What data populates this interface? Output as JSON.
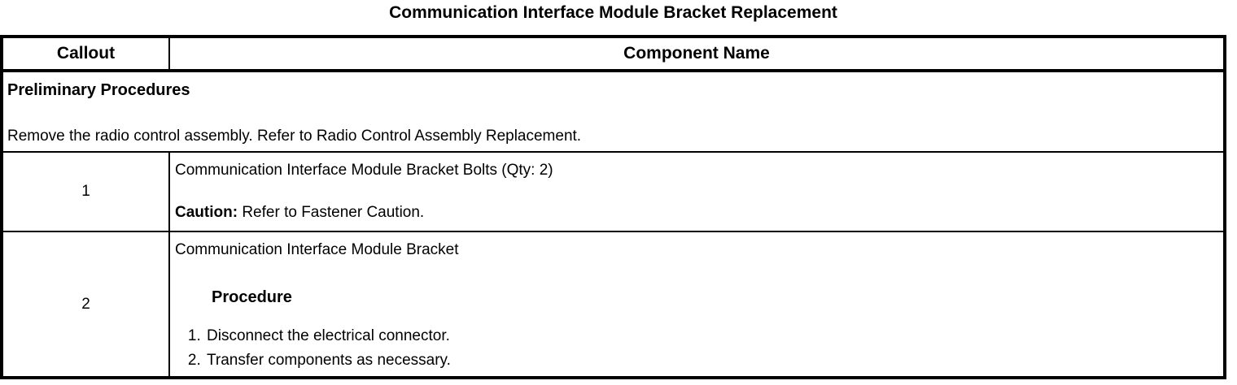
{
  "title": "Communication Interface Module Bracket Replacement",
  "table": {
    "headers": {
      "callout": "Callout",
      "component": "Component Name"
    },
    "preliminary": {
      "heading": "Preliminary Procedures",
      "text": "Remove the radio control assembly. Refer to Radio Control Assembly Replacement."
    },
    "rows": [
      {
        "callout": "1",
        "component": "Communication Interface Module Bracket Bolts (Qty: 2)",
        "note_label": "Caution:",
        "note_text": " Refer to Fastener Caution."
      },
      {
        "callout": "2",
        "component": "Communication Interface Module Bracket",
        "procedure_heading": "Procedure",
        "steps": [
          "Disconnect the electrical connector.",
          "Transfer components as necessary."
        ]
      }
    ]
  },
  "colors": {
    "border": "#000000",
    "text": "#000000",
    "background": "#ffffff"
  }
}
